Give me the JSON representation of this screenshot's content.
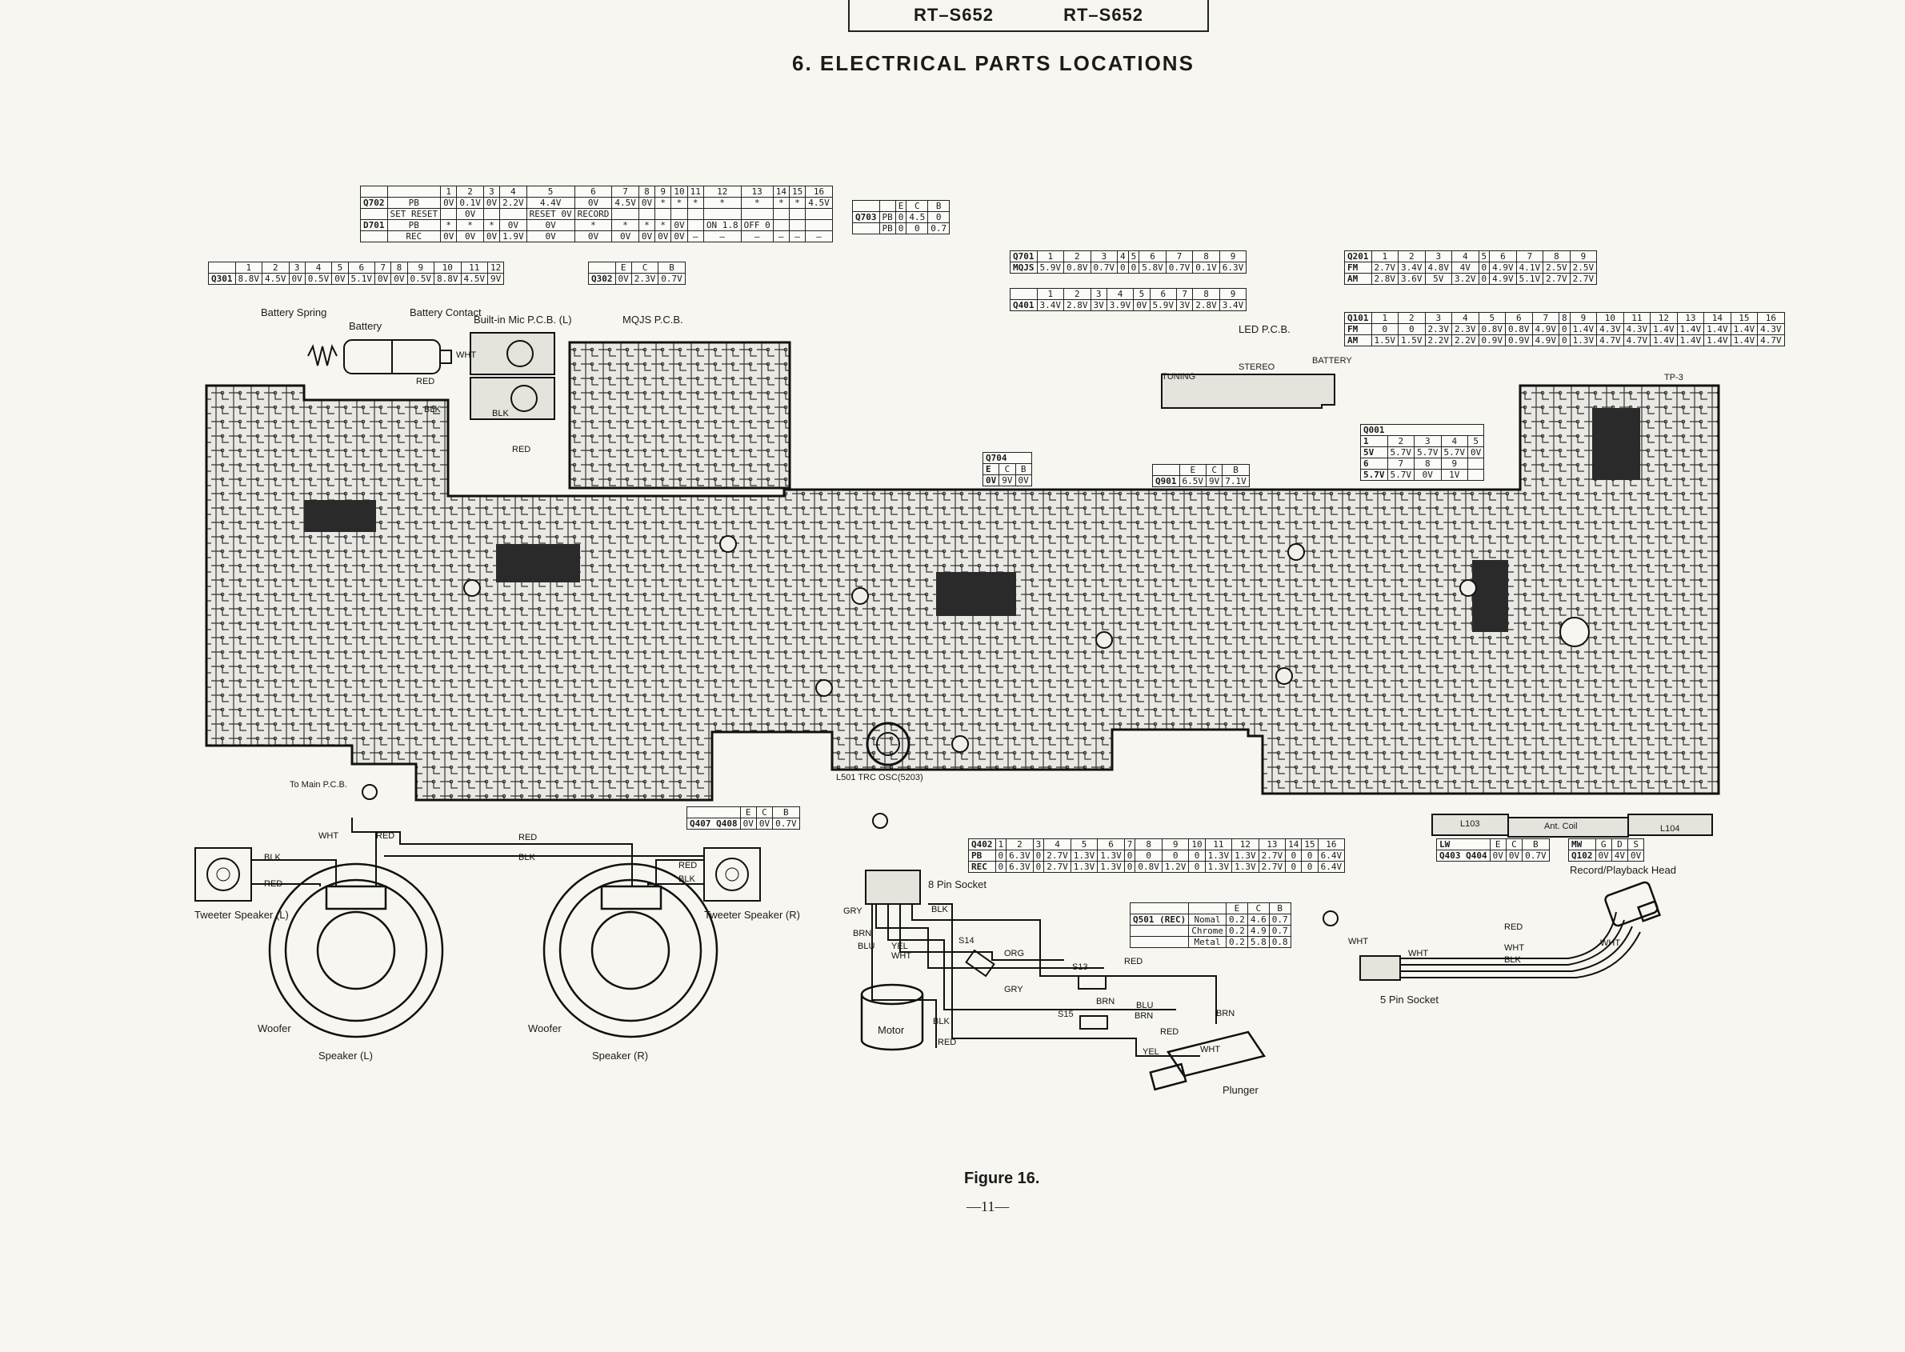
{
  "header": {
    "model_left": "RT–S652",
    "model_right": "RT–S652"
  },
  "title": "6. ELECTRICAL PARTS LOCATIONS",
  "tables": {
    "q702_d701": {
      "header": [
        "",
        "",
        "1",
        "2",
        "3",
        "4",
        "5",
        "6",
        "7",
        "8",
        "9",
        "10",
        "11",
        "12",
        "13",
        "14",
        "15",
        "16"
      ],
      "rows": [
        [
          "Q702",
          "PB",
          "0V",
          "0.1V",
          "0V",
          "2.2V",
          "4.4V",
          "0V",
          "4.5V",
          "0V",
          "*",
          "*",
          "*",
          "*",
          "*",
          "*",
          "*",
          "4.5V"
        ],
        [
          "",
          "SET RESET",
          "",
          "0V",
          "",
          "",
          "RESET 0V",
          "RECORD",
          "",
          "",
          "",
          "",
          "",
          "",
          "",
          "",
          "",
          ""
        ],
        [
          "D701",
          "PB",
          "*",
          "*",
          "*",
          "0V",
          "0V",
          "*",
          "*",
          "*",
          "*",
          "0V",
          "",
          "ON 1.8",
          "OFF 0",
          "",
          "",
          ""
        ],
        [
          "",
          "REC",
          "0V",
          "0V",
          "0V",
          "1.9V",
          "0V",
          "0V",
          "0V",
          "0V",
          "0V",
          "0V",
          "–",
          "–",
          "–",
          "–",
          "–",
          "–"
        ]
      ]
    },
    "q703": {
      "header": [
        "",
        "",
        "E",
        "C",
        "B"
      ],
      "rows": [
        [
          "Q703",
          "PB",
          "0",
          "4.5",
          "0"
        ],
        [
          "",
          "PB",
          "0",
          "0",
          "0.7"
        ]
      ]
    },
    "q301": {
      "header": [
        "",
        "1",
        "2",
        "3",
        "4",
        "5",
        "6",
        "7",
        "8",
        "9",
        "10",
        "11",
        "12"
      ],
      "rows": [
        [
          "Q301",
          "8.8V",
          "4.5V",
          "0V",
          "0.5V",
          "0V",
          "5.1V",
          "0V",
          "0V",
          "0.5V",
          "8.8V",
          "4.5V",
          "9V"
        ]
      ]
    },
    "q302": {
      "header": [
        "",
        "E",
        "C",
        "B"
      ],
      "rows": [
        [
          "Q302",
          "0V",
          "2.3V",
          "0.7V"
        ]
      ]
    },
    "q701": {
      "header": [
        "Q701",
        "1",
        "2",
        "3",
        "4",
        "5",
        "6",
        "7",
        "8",
        "9"
      ],
      "rows": [
        [
          "MQJS",
          "5.9V",
          "0.8V",
          "0.7V",
          "0",
          "0",
          "5.8V",
          "0.7V",
          "0.1V",
          "6.3V"
        ]
      ]
    },
    "q401": {
      "header": [
        "",
        "1",
        "2",
        "3",
        "4",
        "5",
        "6",
        "7",
        "8",
        "9"
      ],
      "rows": [
        [
          "Q401",
          "3.4V",
          "2.8V",
          "3V",
          "3.9V",
          "0V",
          "5.9V",
          "3V",
          "2.8V",
          "3.4V"
        ]
      ]
    },
    "q201": {
      "header": [
        "Q201",
        "1",
        "2",
        "3",
        "4",
        "5",
        "6",
        "7",
        "8",
        "9"
      ],
      "rows": [
        [
          "FM",
          "2.7V",
          "3.4V",
          "4.8V",
          "4V",
          "0",
          "4.9V",
          "4.1V",
          "2.5V",
          "2.5V"
        ],
        [
          "AM",
          "2.8V",
          "3.6V",
          "5V",
          "3.2V",
          "0",
          "4.9V",
          "5.1V",
          "2.7V",
          "2.7V"
        ]
      ]
    },
    "q101": {
      "header": [
        "Q101",
        "1",
        "2",
        "3",
        "4",
        "5",
        "6",
        "7",
        "8",
        "9",
        "10",
        "11",
        "12",
        "13",
        "14",
        "15",
        "16"
      ],
      "rows": [
        [
          "FM",
          "0",
          "0",
          "2.3V",
          "2.3V",
          "0.8V",
          "0.8V",
          "4.9V",
          "0",
          "1.4V",
          "4.3V",
          "4.3V",
          "1.4V",
          "1.4V",
          "1.4V",
          "1.4V",
          "4.3V"
        ],
        [
          "AM",
          "1.5V",
          "1.5V",
          "2.2V",
          "2.2V",
          "0.9V",
          "0.9V",
          "4.9V",
          "0",
          "1.3V",
          "4.7V",
          "4.7V",
          "1.4V",
          "1.4V",
          "1.4V",
          "1.4V",
          "4.7V"
        ]
      ]
    },
    "q001": {
      "title": "Q001",
      "rows": [
        [
          "1",
          "2",
          "3",
          "4",
          "5"
        ],
        [
          "5V",
          "5.7V",
          "5.7V",
          "5.7V",
          "0V"
        ],
        [
          "6",
          "7",
          "8",
          "9",
          ""
        ],
        [
          "5.7V",
          "5.7V",
          "0V",
          "1V",
          ""
        ]
      ]
    },
    "q704": {
      "title": "Q704",
      "header": [
        "E",
        "C",
        "B"
      ],
      "rows": [
        [
          "0V",
          "9V",
          "0V"
        ]
      ]
    },
    "q901": {
      "header": [
        "",
        "E",
        "C",
        "B"
      ],
      "rows": [
        [
          "Q901",
          "6.5V",
          "9V",
          "7.1V"
        ]
      ]
    },
    "q407": {
      "header": [
        "",
        "E",
        "C",
        "B"
      ],
      "rows": [
        [
          "Q407 Q408",
          "0V",
          "0V",
          "0.7V"
        ]
      ]
    },
    "q402": {
      "header": [
        "Q402",
        "1",
        "2",
        "3",
        "4",
        "5",
        "6",
        "7",
        "8",
        "9",
        "10",
        "11",
        "12",
        "13",
        "14",
        "15",
        "16"
      ],
      "rows": [
        [
          "PB",
          "0",
          "6.3V",
          "0",
          "2.7V",
          "1.3V",
          "1.3V",
          "0",
          "0",
          "0",
          "0",
          "1.3V",
          "1.3V",
          "2.7V",
          "0",
          "0",
          "6.4V"
        ],
        [
          "REC",
          "0",
          "6.3V",
          "0",
          "2.7V",
          "1.3V",
          "1.3V",
          "0",
          "0.8V",
          "1.2V",
          "0",
          "1.3V",
          "1.3V",
          "2.7V",
          "0",
          "0",
          "6.4V"
        ]
      ]
    },
    "q403": {
      "header": [
        "LW",
        "E",
        "C",
        "B"
      ],
      "rows": [
        [
          "Q403 Q404",
          "0V",
          "0V",
          "0.7V"
        ]
      ]
    },
    "q102": {
      "header": [
        "MW",
        "G",
        "D",
        "S"
      ],
      "rows": [
        [
          "Q102",
          "0V",
          "4V",
          "0V"
        ]
      ]
    },
    "q501": {
      "header": [
        "",
        "",
        "E",
        "C",
        "B"
      ],
      "rows": [
        [
          "Q501 (REC)",
          "Nomal",
          "0.2",
          "4.6",
          "0.7"
        ],
        [
          "",
          "Chrome",
          "0.2",
          "4.9",
          "0.7"
        ],
        [
          "",
          "Metal",
          "0.2",
          "5.8",
          "0.8"
        ]
      ]
    }
  },
  "labels": {
    "battery_spring": "Battery Spring",
    "battery": "Battery",
    "battery_contact": "Battery Contact",
    "builtin_mic": "Built-in Mic P.C.B. (L)",
    "mqjs_pcb": "MQJS P.C.B.",
    "led_pcb": "LED P.C.B.",
    "to_main_pcb": "To Main P.C.B.",
    "tweeter_l": "Tweeter Speaker (L)",
    "tweeter_r": "Tweeter Speaker (R)",
    "woofer_l": "Woofer",
    "woofer_r": "Woofer",
    "speaker_l": "Speaker (L)",
    "speaker_r": "Speaker (R)",
    "socket_8pin": "8 Pin Socket",
    "socket_5pin": "5 Pin Socket",
    "motor": "Motor",
    "plunger": "Plunger",
    "ant_coil": "Ant. Coil",
    "l103": "L103",
    "l104": "L104",
    "rec_head": "Record/Playback Head",
    "trc_osc": "L501 TRC OSC(5203)",
    "tp3": "TP-3",
    "tuning": "TUNING",
    "stereo": "STEREO",
    "battery_led": "BATTERY",
    "s14": "S14",
    "s13": "S13",
    "s15": "S15",
    "red": "RED",
    "blk": "BLK",
    "wht": "WHT",
    "brn": "BRN",
    "gry": "GRY",
    "yel": "YEL",
    "org": "ORG",
    "blu": "BLU"
  },
  "figure": {
    "caption": "Figure 16.",
    "page": "—11—"
  }
}
